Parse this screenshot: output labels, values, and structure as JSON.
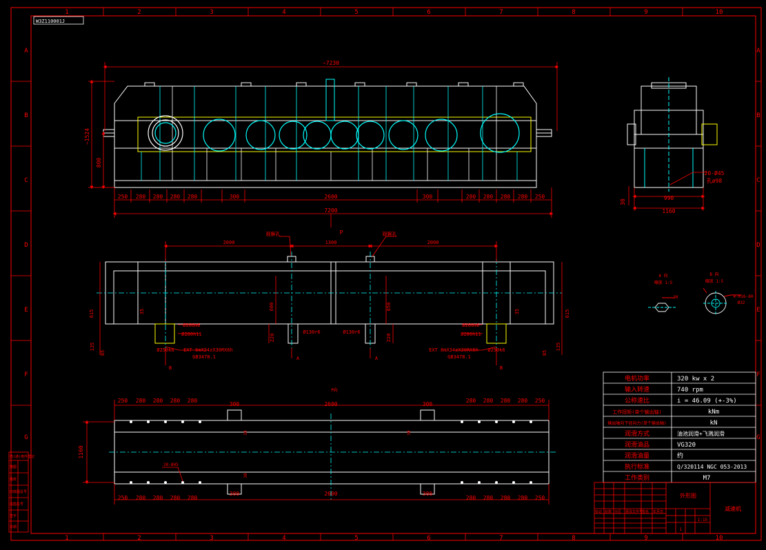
{
  "drawing": {
    "stamp": "W3Z110001J",
    "col_labels": [
      "1",
      "2",
      "3",
      "4",
      "5",
      "6",
      "7",
      "8",
      "9",
      "10"
    ],
    "row_labels": [
      "A",
      "B",
      "C",
      "D",
      "E",
      "F",
      "G"
    ]
  },
  "front_view": {
    "overall_length": "~7230",
    "height": "~1524",
    "centre_height": "800",
    "spacing_left": [
      "250",
      "280",
      "280",
      "280",
      "280"
    ],
    "gap_left": "300",
    "mid_span": "2600",
    "gap_right": "300",
    "spacing_right": [
      "280",
      "280",
      "280",
      "280",
      "250"
    ],
    "base_length": "7200",
    "view_arrow": "P"
  },
  "side_view": {
    "hole_note_1": "20-Ø45",
    "hole_note_2": "孔ø98",
    "offset": "30",
    "inner_width": "990",
    "outer_width": "1160"
  },
  "top_view": {
    "span_left": "2000",
    "span_mid": "1300",
    "span_right": "2000",
    "callout_left": "观察孔",
    "callout_right": "观察孔",
    "dim_615_l": "615",
    "dim_615_r": "615",
    "dim_35_l": "35",
    "dim_35_r": "35",
    "dim_600": "600",
    "dim_650": "650",
    "dim_220_l": "220",
    "dim_220_r": "220",
    "fit_280m6_l": "Ø280m6",
    "fit_280h11_l": "Ø280h11",
    "fit_280m6_r": "Ø280m6",
    "fit_280h11_r": "Ø280h11",
    "fit_130r6_l": "Ø130r6",
    "fit_130r6_r": "Ø130r6",
    "fit_250k6_l": "Ø250k6",
    "fit_250k6_r": "Ø250k6",
    "spline_l_1": "EXT 8mX24zX30RX6h",
    "spline_l_2": "GB3478.1",
    "spline_r_1": "EXT 8mX34zX30RX6h",
    "spline_r_2": "GB3478.1",
    "dim_135_l": "135",
    "dim_135_r": "135",
    "dim_85_l": "85",
    "dim_85_r": "85",
    "sec_b_l": "B",
    "sec_b_r": "B",
    "sec_a_l": "A",
    "sec_a_r": "A"
  },
  "detail_views": {
    "a_title": "A 向",
    "a_scale": "缩放 1:5",
    "a_dim": "30",
    "b_title": "B 向",
    "b_scale": "缩放 1:5",
    "b_note_1": "4-M16-6H",
    "b_note_2": "Ø32"
  },
  "foundation_view": {
    "view_label": "P向",
    "spacing_top_left": [
      "250",
      "280",
      "280",
      "280",
      "280"
    ],
    "gap_top_left": "300",
    "mid_top": "2600",
    "gap_top_right": "300",
    "spacing_top_right": [
      "280",
      "280",
      "280",
      "280",
      "250"
    ],
    "width": "1160",
    "slot_top": "30",
    "slot_top_r": "30",
    "slot_bottom": "30",
    "hole_callout": "20-Ø45",
    "spacing_bottom_left": [
      "250",
      "280",
      "280",
      "280",
      "280"
    ],
    "gap_bottom_left": "300",
    "mid_bottom": "2600",
    "gap_bottom_right": "300",
    "spacing_bottom_right": [
      "280",
      "280",
      "280",
      "280",
      "250"
    ]
  },
  "spec_table": {
    "rows": [
      {
        "label": "电机功率",
        "value": "320 kw x 2"
      },
      {
        "label": "输入转速",
        "value": "740 rpm"
      },
      {
        "label": "公称速比",
        "value": "i = 46.09 (+-3%)"
      },
      {
        "label": "工作扭矩(单个输出轴)",
        "value": "kNm"
      },
      {
        "label": "输出轴向下径向力(单个输出轴)",
        "value": "kN"
      },
      {
        "label": "润滑方式",
        "value": "油池润滑+飞溅润滑"
      },
      {
        "label": "润滑油品",
        "value": "VG320"
      },
      {
        "label": "润滑油量",
        "value": "约"
      },
      {
        "label": "执行标准",
        "value": "Q/320114 NGC 053-2013"
      },
      {
        "label": "工作类别",
        "value": "M7"
      }
    ]
  },
  "title_block": {
    "drawing_name": "外形图",
    "product_name": "减速机",
    "scale": "1:15",
    "sheet": "1",
    "left_labels": [
      "标记",
      "处数",
      "分区",
      "更改文件号",
      "签名",
      "年月日"
    ],
    "left_stamp_top": "借(通)用件登记",
    "left_stamp_rows": [
      "描图",
      "描校",
      "旧底图总号",
      "底图总号",
      "签字",
      "日期"
    ]
  },
  "colors": {
    "background": "#000000",
    "outline": "#ffffff",
    "dimension": "#ff0000",
    "centerline": "#00ffff",
    "table_text": "#ffffff",
    "accent": "#ffff00"
  }
}
